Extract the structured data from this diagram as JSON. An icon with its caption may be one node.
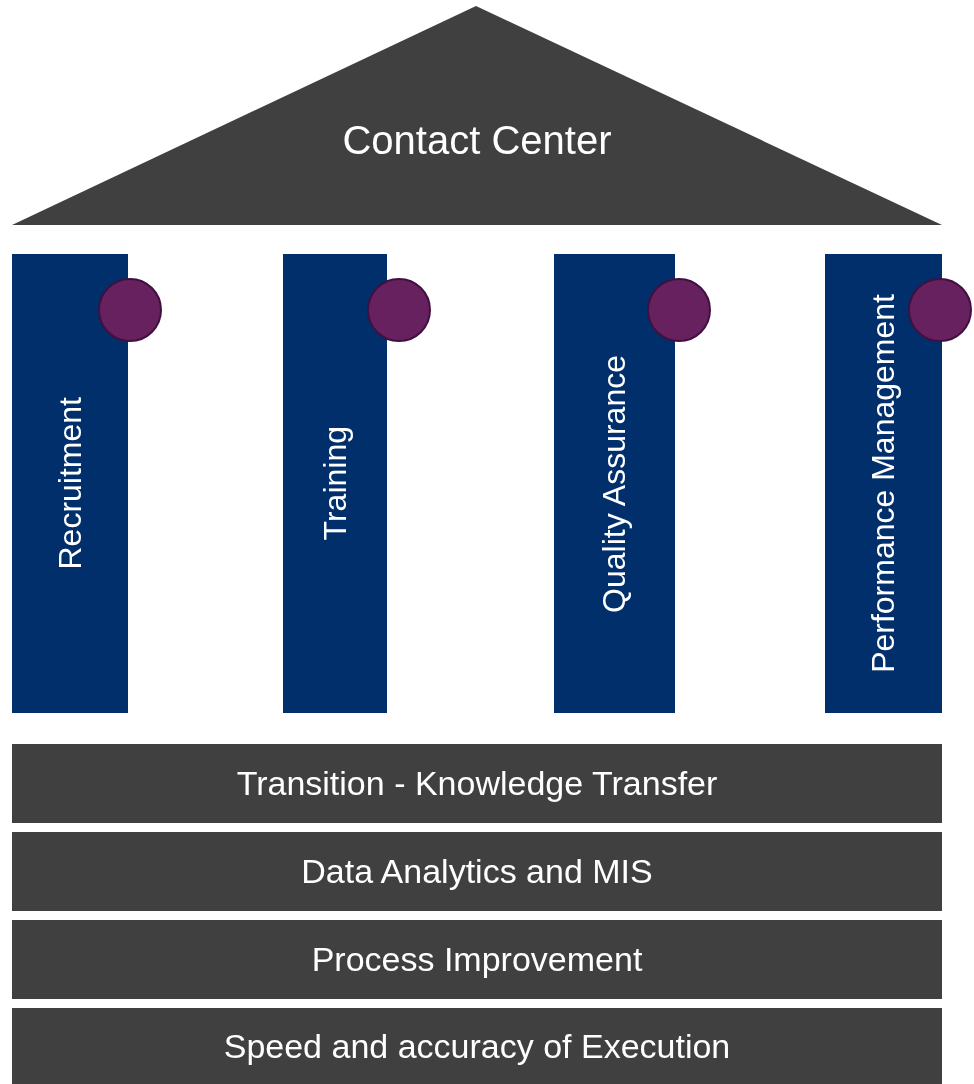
{
  "diagram": {
    "nodes": [
      {
        "text": [
          "Contact Center"
        ]
      },
      {
        "text": [
          "Recruitment"
        ]
      },
      {
        "text": [
          "Training"
        ]
      },
      {
        "text": [
          "Quality Assurance"
        ]
      },
      {
        "text": [
          "Performance Management"
        ]
      },
      {
        "text": [
          "Transition - Knowledge Transfer"
        ]
      },
      {
        "text": [
          "Data Analytics and MIS"
        ]
      },
      {
        "text": [
          "Process Improvement"
        ]
      },
      {
        "text": [
          "Speed and accuracy of Execution"
        ]
      }
    ]
  }
}
